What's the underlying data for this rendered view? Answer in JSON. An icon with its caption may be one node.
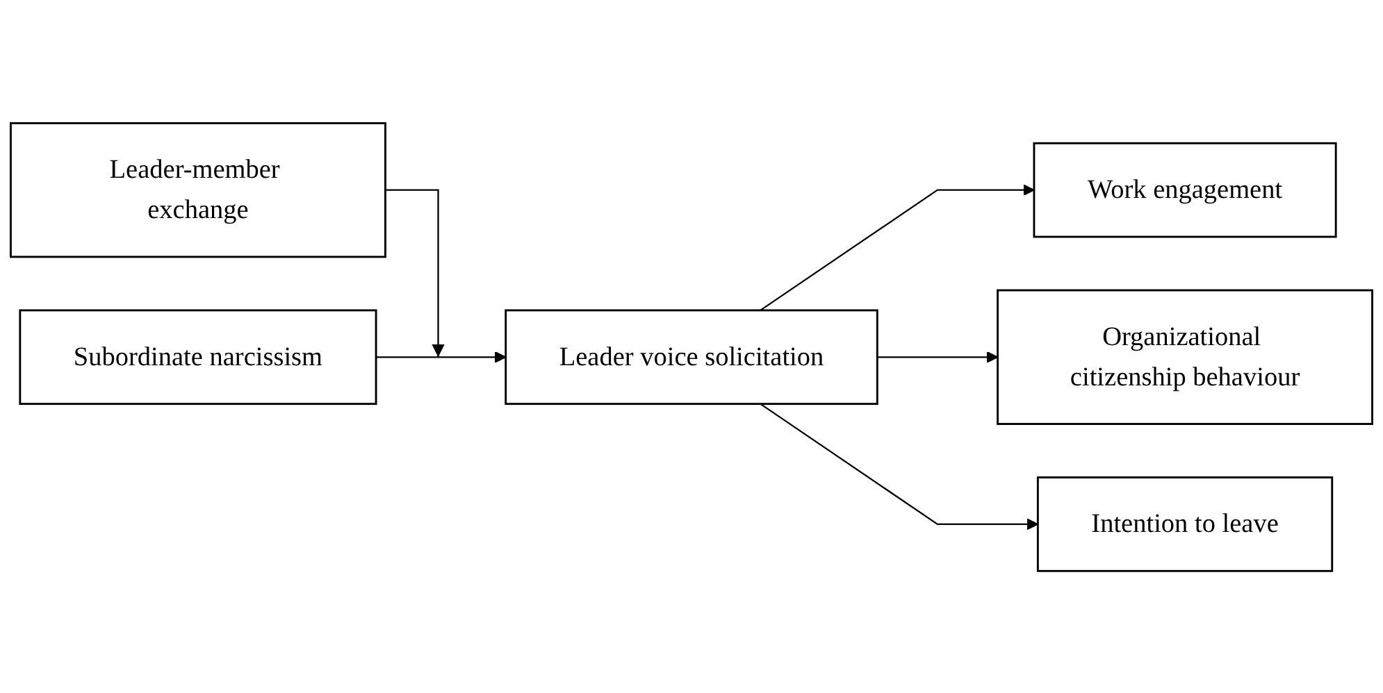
{
  "diagram": {
    "nodes": [
      {
        "text": [
          "Subordinate narcissism"
        ]
      },
      {
        "text": [
          "Leader-member exchange"
        ]
      },
      {
        "text": [
          "Leader voice solicitation"
        ]
      },
      {
        "text": [
          "Work engagement"
        ]
      },
      {
        "text": [
          "Organizational citizenship behaviour"
        ]
      },
      {
        "text": [
          "Intention to leave"
        ]
      }
    ],
    "edges": [
      {
        "from": 0,
        "to": 2,
        "arrow": "to"
      },
      {
        "from": 1,
        "to": null,
        "arrow": "to"
      },
      {
        "from": 2,
        "to": 3,
        "arrow": "to"
      },
      {
        "from": 2,
        "to": 4,
        "arrow": "to"
      },
      {
        "from": 2,
        "to": 5,
        "arrow": "to"
      }
    ]
  }
}
